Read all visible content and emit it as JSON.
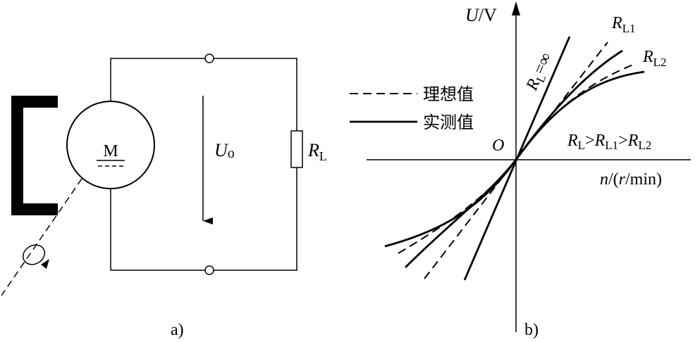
{
  "colors": {
    "ink": "#000000",
    "background": "#ffffff"
  },
  "icons": {
    "rotation": "rotation-arrow-icon",
    "tachogenerator": "motor-circle-icon"
  },
  "panel_a": {
    "caption": "a)",
    "motor_label": "M",
    "voltage_symbol": "U",
    "voltage_subscript": "o",
    "load_symbol": "R",
    "load_subscript": "L"
  },
  "panel_b": {
    "caption": "b)",
    "y_axis_symbol": "U",
    "y_axis_unit": "/V",
    "x_axis_symbol": "n",
    "x_axis_unit_open": "/(",
    "x_axis_unit_r": "r",
    "x_axis_unit_close": "/min)",
    "origin": "O",
    "legend": {
      "ideal": "理想值",
      "measured": "实测值"
    },
    "curve_labels": {
      "infinite": {
        "symbol": "R",
        "subscript": "L",
        "suffix": "=∞"
      },
      "rl1": {
        "symbol": "R",
        "subscript": "L1"
      },
      "rl2": {
        "symbol": "R",
        "subscript": "L2"
      }
    },
    "relation": {
      "r1": "R",
      "s1": "L",
      "gt1": ">",
      "r2": "R",
      "s2": "L1",
      "gt2": ">",
      "r3": "R",
      "s3": "L2"
    }
  }
}
